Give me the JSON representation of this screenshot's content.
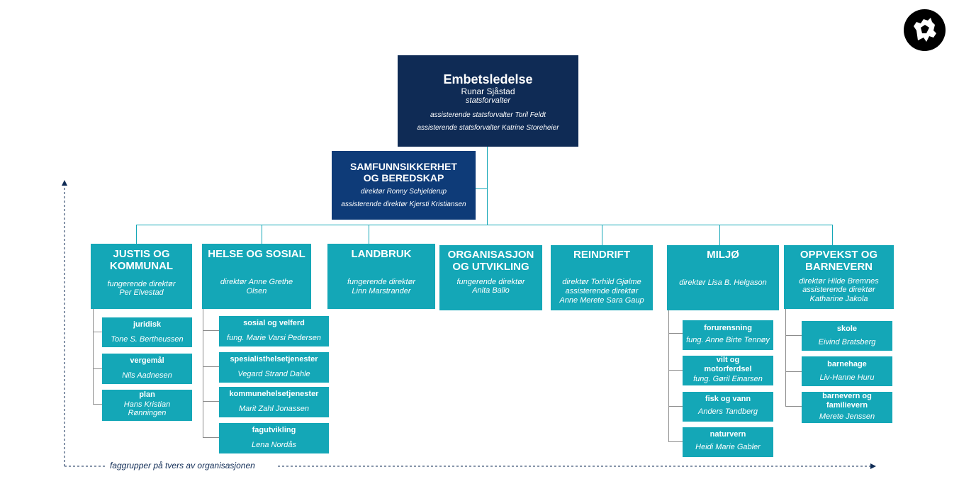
{
  "logo": {
    "icon": "norwegian-lion-coat-of-arms"
  },
  "top": {
    "title": "Embetsledelse",
    "name": "Runar Sjåstad",
    "role": "statsforvalter",
    "assistant1": "assisterende statsforvalter Toril Feldt",
    "assistant2": "assisterende statsforvalter Katrine Storeheier"
  },
  "safety": {
    "title1": "SAMFUNNSIKKERHET",
    "title2": "OG BEREDSKAP",
    "line1": "direktør Ronny Schjelderup",
    "line2": "assisterende direktør Kjersti Kristiansen"
  },
  "departments": [
    {
      "title": [
        "JUSTIS OG",
        "KOMMUNAL"
      ],
      "text": [
        "fungerende direktør",
        "Per Elvestad"
      ],
      "subs": [
        {
          "title": [
            "juridisk"
          ],
          "text": [
            "Tone S. Bertheussen"
          ]
        },
        {
          "title": [
            "vergemål"
          ],
          "text": [
            "Nils Aadnesen"
          ]
        },
        {
          "title": [
            "plan"
          ],
          "text": [
            "Hans Kristian",
            "Rønningen"
          ]
        }
      ]
    },
    {
      "title": [
        "HELSE OG SOSIAL"
      ],
      "text": [
        "direktør Anne Grethe",
        "Olsen"
      ],
      "subs": [
        {
          "title": [
            "sosial og velferd"
          ],
          "text": [
            "fung. Marie Varsi Pedersen"
          ]
        },
        {
          "title": [
            "spesialisthelsetjenester"
          ],
          "text": [
            "Vegard Strand Dahle"
          ]
        },
        {
          "title": [
            "kommunehelsetjenester"
          ],
          "text": [
            "Marit Zahl Jonassen"
          ]
        },
        {
          "title": [
            "fagutvikling"
          ],
          "text": [
            "Lena Nordås"
          ]
        }
      ]
    },
    {
      "title": [
        "LANDBRUK"
      ],
      "text": [
        "fungerende direktør",
        "Linn Marstrander"
      ],
      "subs": []
    },
    {
      "title": [
        "ORGANISASJON",
        "OG UTVIKLING"
      ],
      "text": [
        "fungerende direktør",
        "Anita Ballo"
      ],
      "subs": []
    },
    {
      "title": [
        "REINDRIFT"
      ],
      "text": [
        "direktør Torhild Gjølme",
        "assisterende direktør",
        "Anne Merete Sara Gaup"
      ],
      "subs": []
    },
    {
      "title": [
        "MILJØ"
      ],
      "text": [
        "direktør Lisa B. Helgason"
      ],
      "subs": [
        {
          "title": [
            "forurensning"
          ],
          "text": [
            "fung. Anne Birte Tennøy"
          ]
        },
        {
          "title": [
            "vilt og",
            "motorferdsel"
          ],
          "text": [
            "fung. Gøril Einarsen"
          ]
        },
        {
          "title": [
            "fisk og vann"
          ],
          "text": [
            "Anders Tandberg"
          ]
        },
        {
          "title": [
            "naturvern"
          ],
          "text": [
            "Heidi Marie Gabler"
          ]
        }
      ]
    },
    {
      "title": [
        "OPPVEKST OG",
        "BARNEVERN"
      ],
      "text": [
        "direktør Hilde Bremnes",
        "assisterende direktør",
        "Katharine Jakola"
      ],
      "subs": [
        {
          "title": [
            "skole"
          ],
          "text": [
            "Eivind Bratsberg"
          ]
        },
        {
          "title": [
            "barnehage"
          ],
          "text": [
            "Liv-Hanne Huru"
          ]
        },
        {
          "title": [
            "barnevern og",
            "familievern"
          ],
          "text": [
            "Merete Jenssen"
          ]
        }
      ]
    }
  ],
  "axis_label": "faggrupper på tvers av organisasjonen",
  "colors": {
    "navy": "#0f2b55",
    "blue": "#0e3b78",
    "teal": "#14a7b7"
  }
}
